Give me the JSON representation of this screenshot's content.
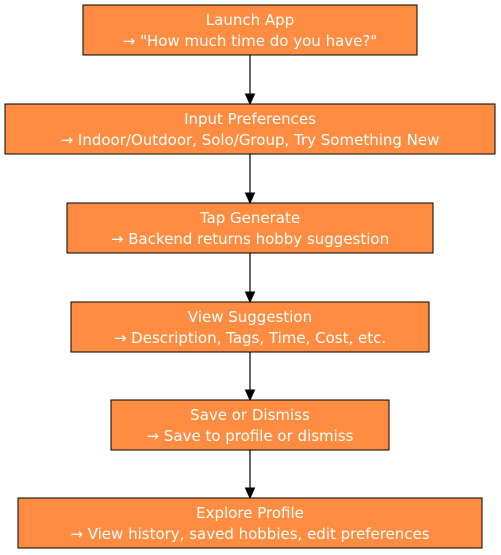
{
  "diagram": {
    "node_fill": "#ff8c40",
    "node_stroke": "#000000",
    "text_color": "#ffffff",
    "nodes": [
      {
        "id": "launch-app",
        "title": "Launch App",
        "detail": "→ \"How much time do you have?\""
      },
      {
        "id": "input-preferences",
        "title": "Input Preferences",
        "detail": "→ Indoor/Outdoor, Solo/Group, Try Something New"
      },
      {
        "id": "tap-generate",
        "title": "Tap Generate",
        "detail": "→ Backend returns hobby suggestion"
      },
      {
        "id": "view-suggestion",
        "title": "View Suggestion",
        "detail": "→ Description, Tags, Time, Cost, etc."
      },
      {
        "id": "save-or-dismiss",
        "title": "Save or Dismiss",
        "detail": "→ Save to profile or dismiss"
      },
      {
        "id": "explore-profile",
        "title": "Explore Profile",
        "detail": "→ View history, saved hobbies, edit preferences"
      }
    ],
    "edges": [
      {
        "from": "launch-app",
        "to": "input-preferences"
      },
      {
        "from": "input-preferences",
        "to": "tap-generate"
      },
      {
        "from": "tap-generate",
        "to": "view-suggestion"
      },
      {
        "from": "view-suggestion",
        "to": "save-or-dismiss"
      },
      {
        "from": "save-or-dismiss",
        "to": "explore-profile"
      }
    ]
  }
}
